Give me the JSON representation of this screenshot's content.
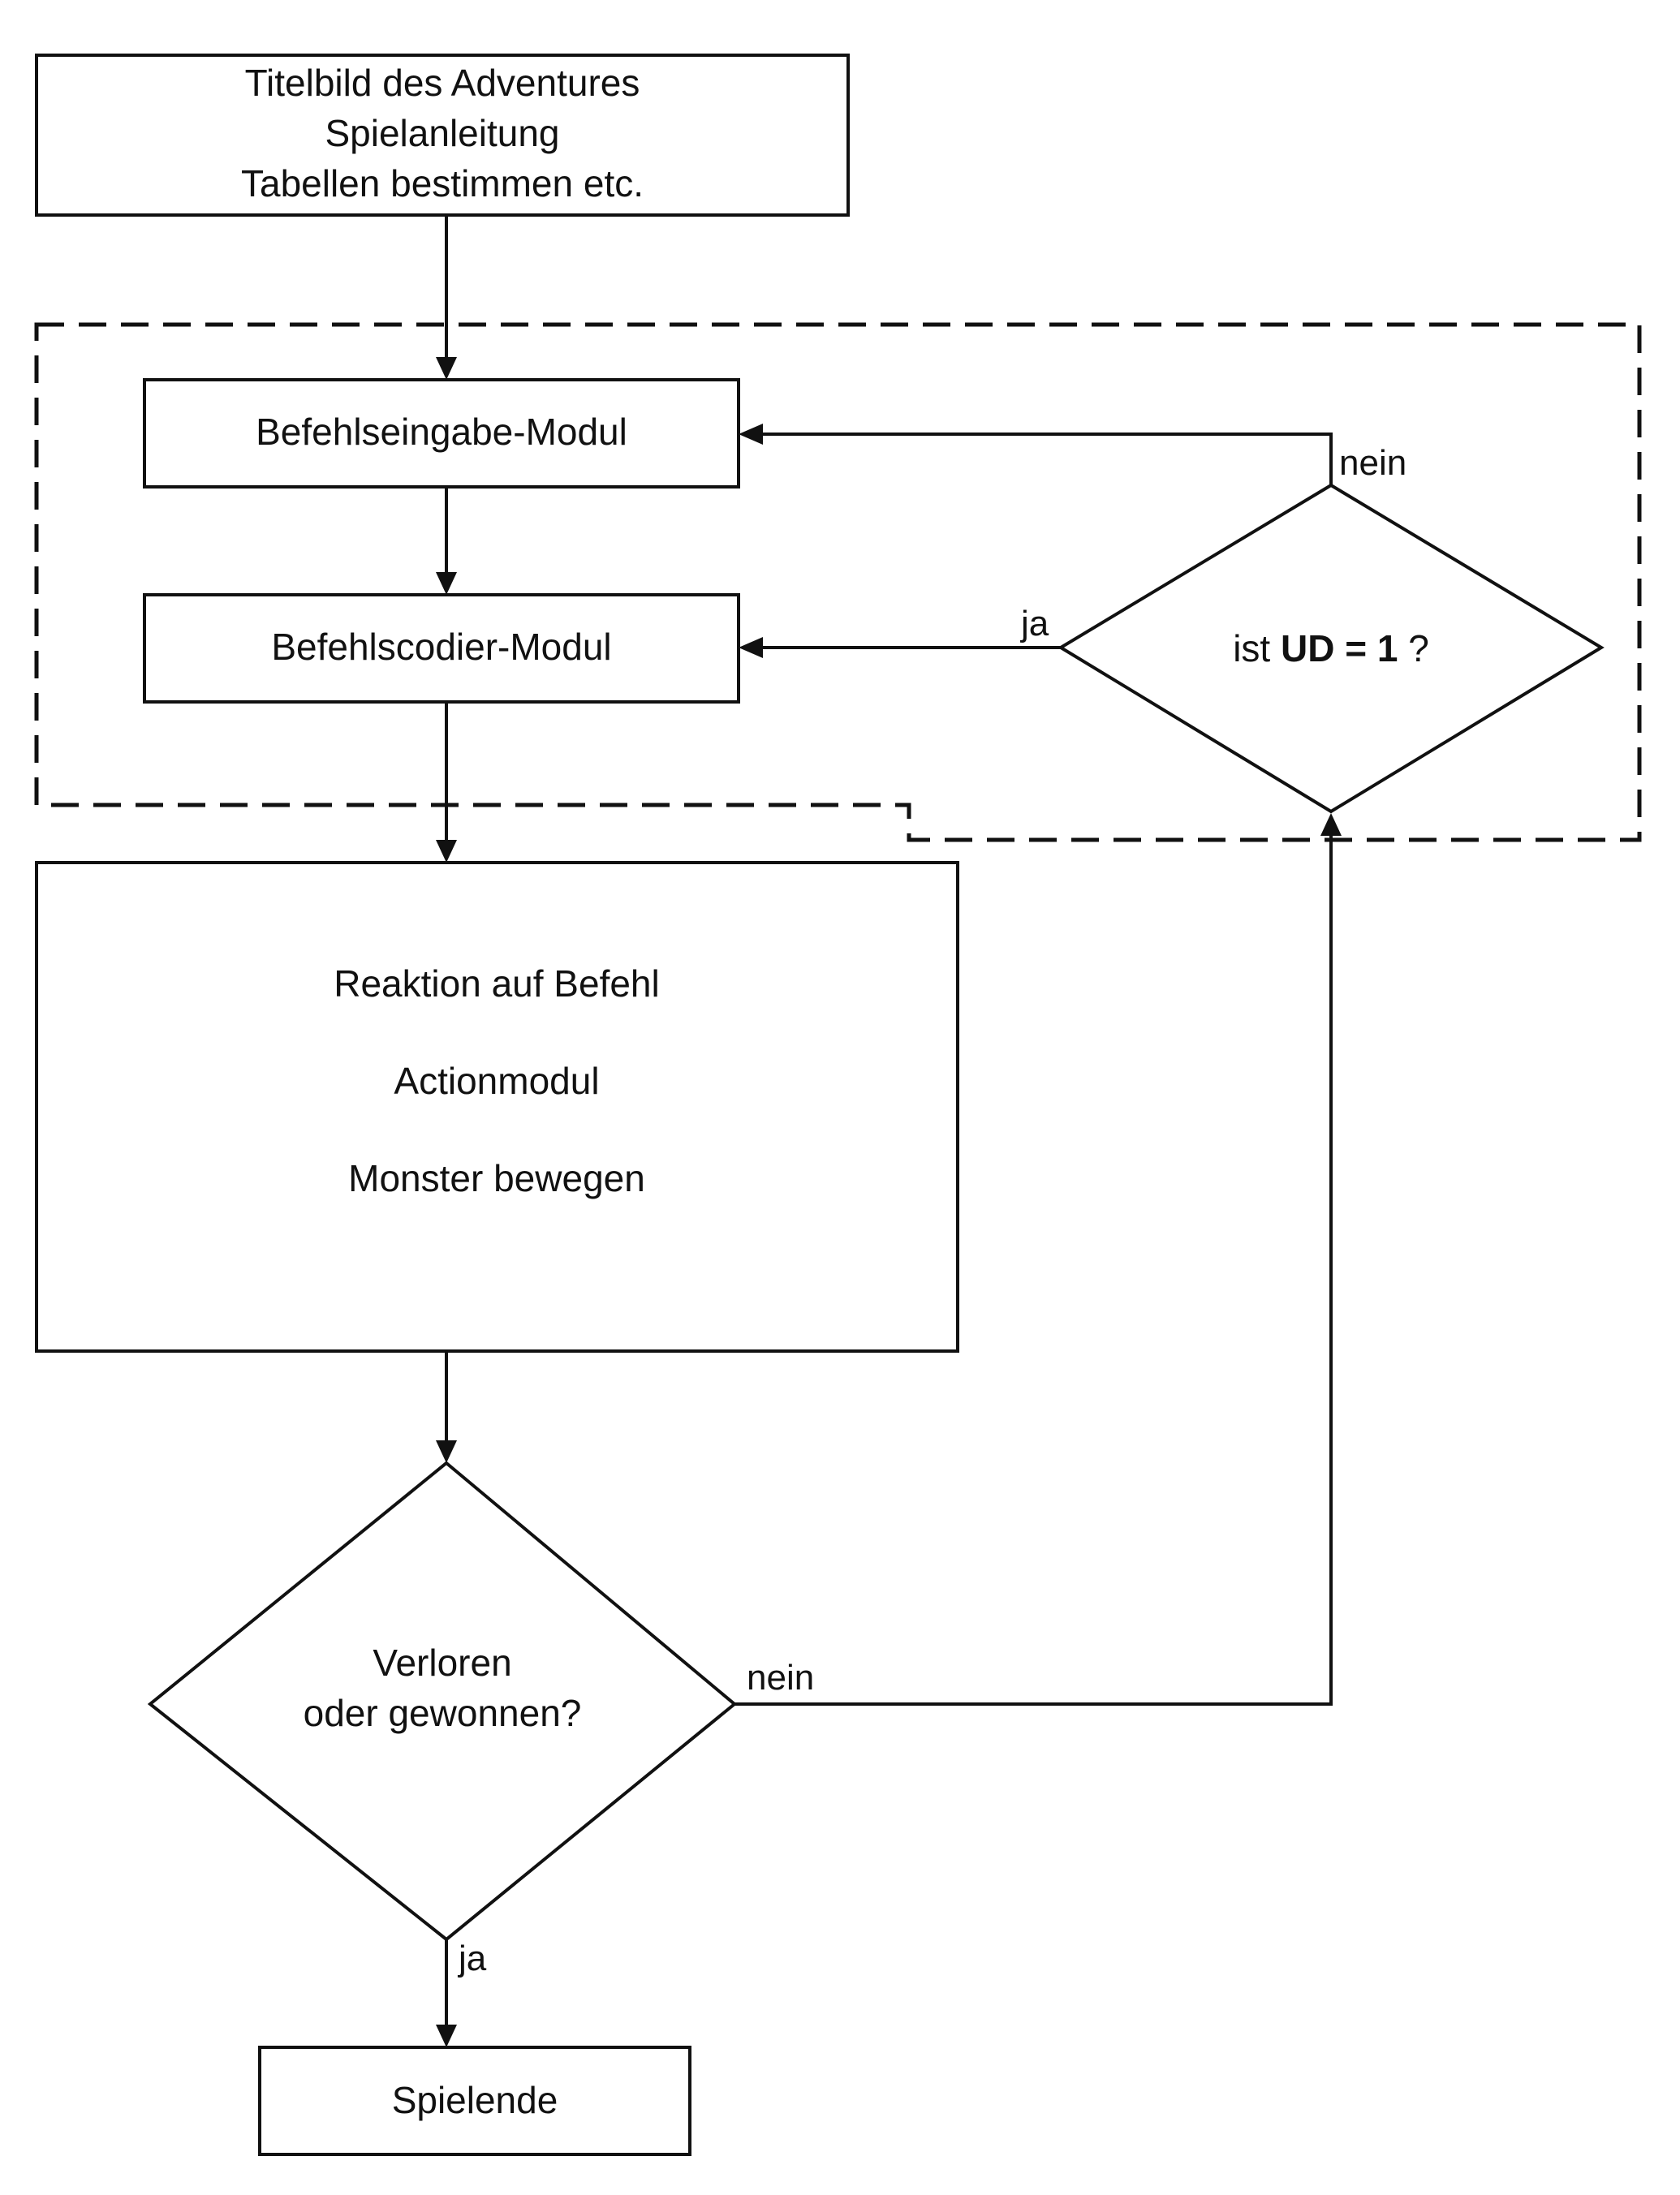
{
  "title_box": {
    "lines": [
      "Titelbild des Adventures",
      "Spielanleitung",
      "Tabellen bestimmen etc."
    ]
  },
  "input_module": {
    "label": "Befehlseingabe-Modul"
  },
  "coding_module": {
    "label": "Befehlscodier-Modul"
  },
  "ud_decision": {
    "prefix": "ist ",
    "bold": "UD = 1",
    "suffix": " ?"
  },
  "action_box": {
    "lines": [
      "Reaktion auf Befehl",
      "Actionmodul",
      "Monster bewegen"
    ]
  },
  "end_decision": {
    "lines": [
      "Verloren",
      "oder gewonnen?"
    ]
  },
  "end_box": {
    "label": "Spielende"
  },
  "edge_labels": {
    "ud_no": "nein",
    "ud_yes": "ja",
    "end_no": "nein",
    "end_yes": "ja"
  }
}
